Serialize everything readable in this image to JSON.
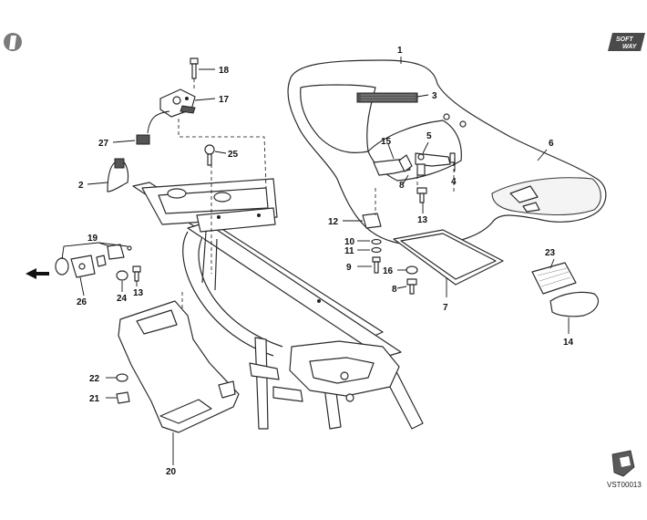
{
  "drawing_code": "VST00013",
  "badge_text": [
    "SOFT",
    "WAY"
  ],
  "callouts": [
    "1",
    "2",
    "3",
    "4",
    "5",
    "6",
    "7",
    "8",
    "9",
    "10",
    "11",
    "12",
    "13",
    "14",
    "15",
    "16",
    "17",
    "18",
    "19",
    "20",
    "21",
    "22",
    "23",
    "24",
    "25",
    "26",
    "27"
  ],
  "icons": [
    "section-tab-icon",
    "brand-badge-icon",
    "front-arrow-icon",
    "pointer-hand-icon"
  ]
}
